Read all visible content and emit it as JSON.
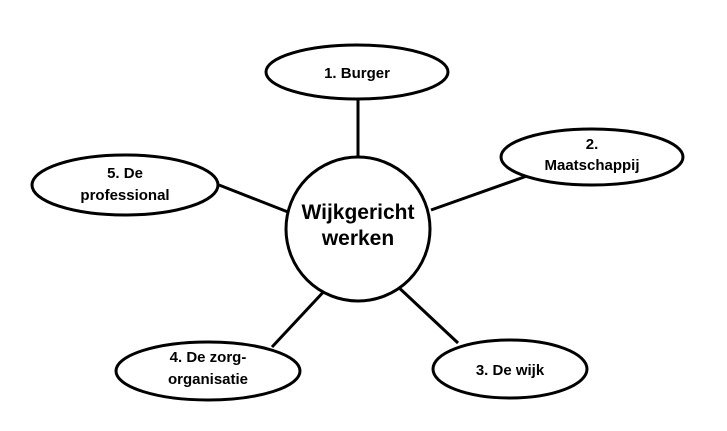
{
  "diagram": {
    "center": {
      "lines": [
        "Wijkgericht",
        "werken"
      ]
    },
    "nodes": [
      {
        "id": "burger",
        "lines": [
          "1. Burger"
        ]
      },
      {
        "id": "maatschappij",
        "lines": [
          "2.",
          "Maatschappij"
        ]
      },
      {
        "id": "wijk",
        "lines": [
          "3. De wijk"
        ]
      },
      {
        "id": "zorgorganisatie",
        "lines": [
          "4. De zorg-",
          "organisatie"
        ]
      },
      {
        "id": "professional",
        "lines": [
          "5. De",
          "professional"
        ]
      }
    ]
  }
}
